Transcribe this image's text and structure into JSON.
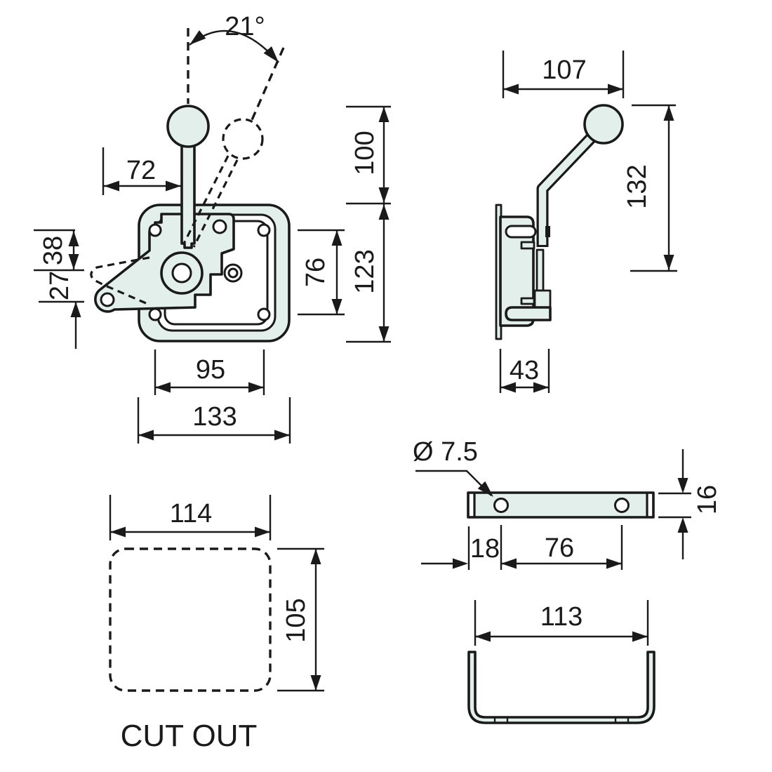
{
  "figure": {
    "caption": "CUT OUT",
    "colors": {
      "line": "#1a1a1a",
      "part_fill": "#e2efeb",
      "background": "#ffffff"
    },
    "views": {
      "front": {
        "angle": "21°",
        "handle_offset": "72",
        "handle_height": "100",
        "plate_height": "123",
        "rivet_spacing_vertical": "76",
        "arm_dim_upper": "38",
        "arm_dim_lower": "27",
        "rivet_spacing_horizontal": "95",
        "plate_width": "133"
      },
      "side": {
        "handle_reach": "107",
        "handle_height": "132",
        "depth": "43"
      },
      "cutout": {
        "label": "CUT OUT",
        "width": "114",
        "height": "105"
      },
      "strike_plate": {
        "hole_diameter": "Ø 7.5",
        "thickness": "16",
        "hole_edge_offset": "18",
        "hole_spacing": "76"
      },
      "channel": {
        "inner_width": "113"
      }
    }
  }
}
